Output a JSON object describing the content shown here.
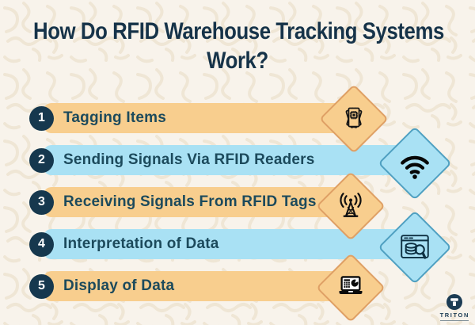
{
  "title": {
    "line1": "How Do RFID Warehouse Tracking Systems",
    "line2": "Work?"
  },
  "steps": [
    {
      "number": "1",
      "label": "Tagging Items",
      "theme": "orange",
      "icon": "rfid-tag-cards-icon"
    },
    {
      "number": "2",
      "label": "Sending Signals Via RFID Readers",
      "theme": "blue",
      "icon": "wifi-icon"
    },
    {
      "number": "3",
      "label": "Receiving Signals From RFID Tags",
      "theme": "orange",
      "icon": "antenna-icon"
    },
    {
      "number": "4",
      "label": "Interpretation of Data",
      "theme": "blue",
      "icon": "data-search-window-icon"
    },
    {
      "number": "5",
      "label": "Display of Data",
      "theme": "orange",
      "icon": "laptop-dashboard-icon"
    }
  ],
  "logo": {
    "name": "TRITON"
  },
  "colors": {
    "background": "#F8F3EB",
    "pattern_lines": "#EDE2D0",
    "title_text": "#163349",
    "step_text": "#1C4A5C",
    "number_badge": "#16384E",
    "orange_bar": "#F8CE8E",
    "orange_diamond_border": "#DFA065",
    "blue_bar": "#A9E1F4",
    "blue_diamond_border": "#4FA0C1",
    "icon_ink": "#0B0B0B",
    "logo_navy": "#1C3C54"
  }
}
